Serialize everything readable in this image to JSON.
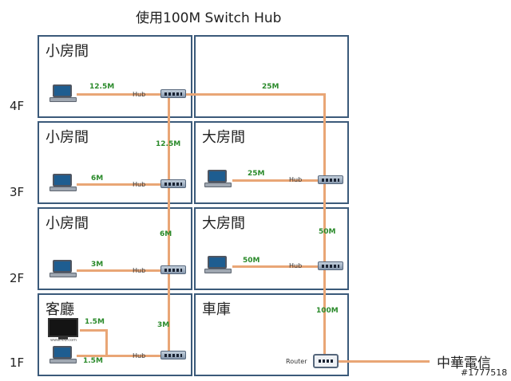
{
  "title": "使用100M Switch Hub",
  "floors": [
    "4F",
    "3F",
    "2F",
    "1F"
  ],
  "rooms": {
    "floor4_left": "小房間",
    "floor3_left": "小房間",
    "floor3_right": "大房間",
    "floor2_left": "小房間",
    "floor2_right": "大房間",
    "floor1_left": "客廳",
    "floor1_right": "車庫"
  },
  "device_tags": {
    "hub": "Hub",
    "router": "Router",
    "tv_caption": "www.lcd.com"
  },
  "speeds": {
    "laptop_4f": "12.5M",
    "trunk_4f_to_router": "25M",
    "trunk_3f_to_4f": "12.5M",
    "laptop_3f_left": "6M",
    "laptop_3f_right": "25M",
    "trunk_2f_to_3f_left": "6M",
    "trunk_2f_to_3f_right": "50M",
    "laptop_2f_left": "3M",
    "laptop_2f_right": "50M",
    "trunk_1f_to_2f_left": "3M",
    "trunk_router_to_2f_right": "100M",
    "tv_1f": "1.5M",
    "laptop_1f": "1.5M"
  },
  "isp": "中華電信",
  "watermark": "#1777518",
  "colors": {
    "border": "#3b5a7a",
    "cable": "#e9a676",
    "speed_text": "#2a8a2a"
  }
}
